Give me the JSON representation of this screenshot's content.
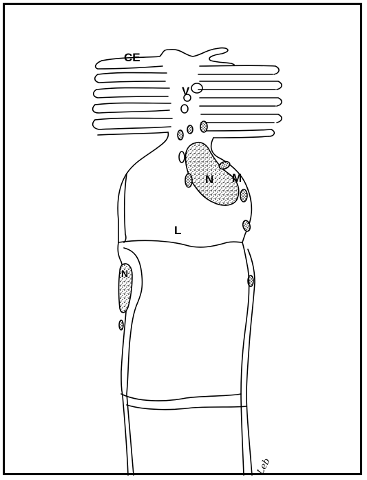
{
  "figure": {
    "labels": {
      "ce": "CE",
      "v": "V",
      "n_main": "N",
      "m": "M",
      "l": "L",
      "n_lower": "N"
    },
    "signature": "Leb",
    "colors": {
      "ink": "#000000",
      "paper": "#ffffff"
    }
  }
}
